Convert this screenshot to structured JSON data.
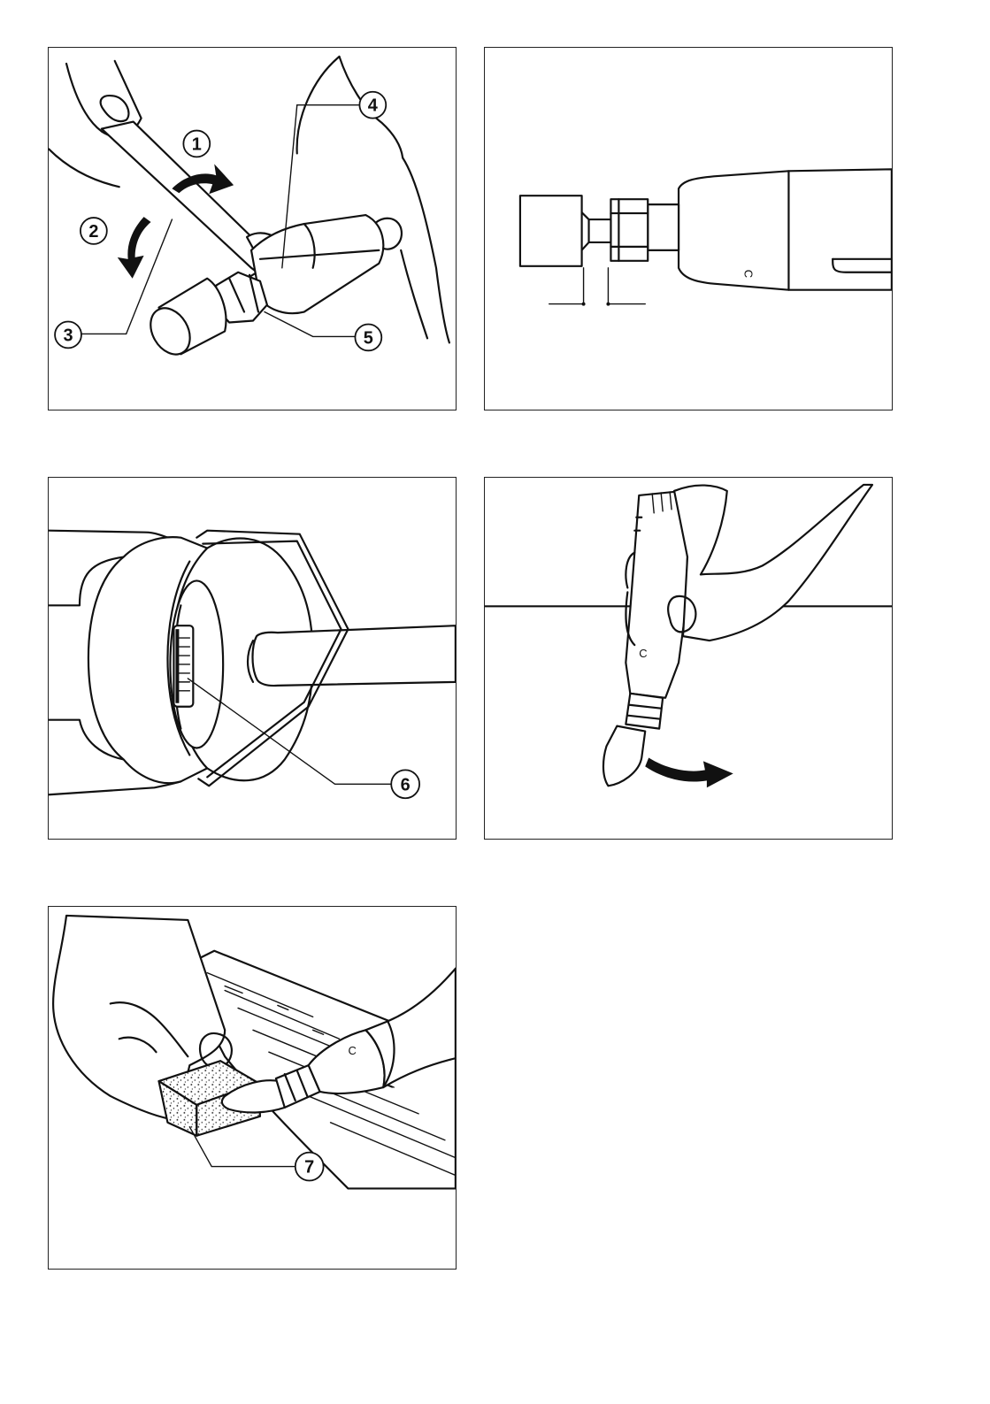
{
  "figures": [
    {
      "id": "fig-1",
      "callouts": [
        "1",
        "2",
        "3",
        "4",
        "5"
      ]
    },
    {
      "id": "fig-2",
      "callouts": [],
      "body_mark": "C"
    },
    {
      "id": "fig-3",
      "callouts": [
        "6"
      ]
    },
    {
      "id": "fig-4",
      "callouts": [],
      "body_mark": "C"
    },
    {
      "id": "fig-5",
      "callouts": [
        "7"
      ],
      "body_mark": "C"
    }
  ],
  "colors": {
    "ink": "#111111",
    "paper": "#ffffff",
    "frame": "#222222"
  }
}
